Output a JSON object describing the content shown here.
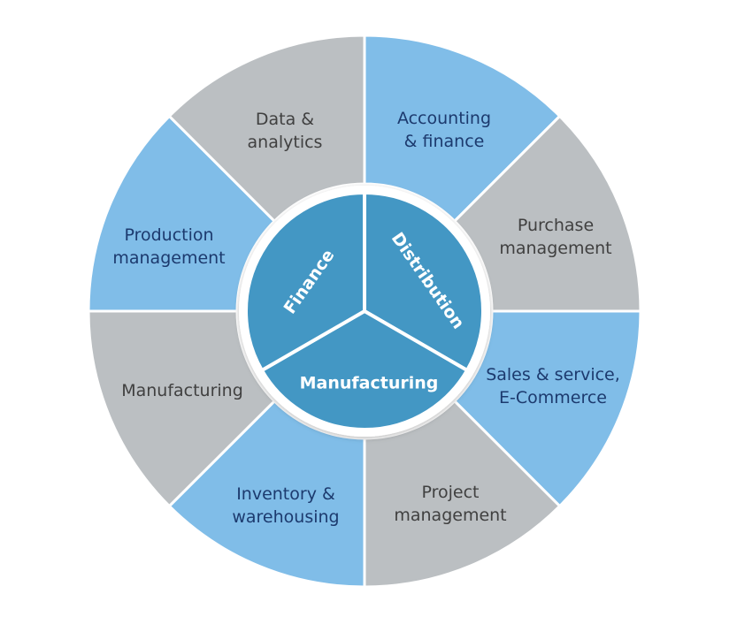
{
  "colors": {
    "blue_segment": "#80bde8",
    "gray_segment": "#bbbfc2",
    "inner_segment": "#4397c4",
    "blue_text": "#1c3a6e",
    "gray_text": "#404040",
    "inner_text": "#ffffff",
    "separator": "#ffffff"
  },
  "outer_segments": [
    {
      "lines": [
        "Accounting",
        "& finance"
      ],
      "tone": "blue"
    },
    {
      "lines": [
        "Purchase",
        "management"
      ],
      "tone": "gray"
    },
    {
      "lines": [
        "Sales & service,",
        "E-Commerce"
      ],
      "tone": "blue"
    },
    {
      "lines": [
        "Project",
        "management"
      ],
      "tone": "gray"
    },
    {
      "lines": [
        "Inventory &",
        "warehousing"
      ],
      "tone": "blue"
    },
    {
      "lines": [
        "Manufacturing"
      ],
      "tone": "gray"
    },
    {
      "lines": [
        "Production",
        "management"
      ],
      "tone": "blue"
    },
    {
      "lines": [
        "Data &",
        "analytics"
      ],
      "tone": "gray"
    }
  ],
  "inner_segments": [
    {
      "label": "Distribution"
    },
    {
      "label": "Manufacturing"
    },
    {
      "label": "Finance"
    }
  ]
}
